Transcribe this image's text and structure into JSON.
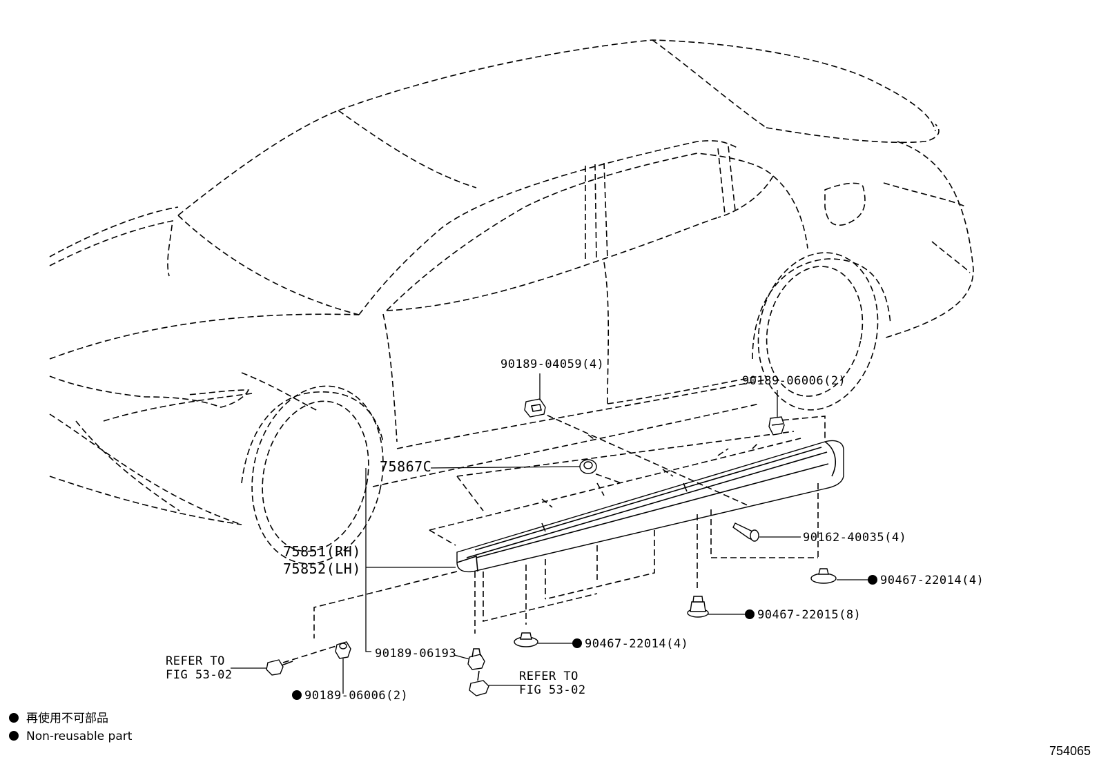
{
  "figure_number": "754065",
  "legend": {
    "marker_color": "#000000",
    "line1": "再使用不可部品",
    "line2": "Non-reusable part"
  },
  "callouts": {
    "clip_90189_04059": "90189-04059(4)",
    "clip_90189_06006_top": "90189-06006(2)",
    "cap_75867C": "75867C",
    "molding_rh": "75851(RH)",
    "molding_lh": "75852(LH)",
    "screw_90162_40035": "90162-40035(4)",
    "clip_90467_22014_right": "90467-22014(4)",
    "clip_90467_22015": "90467-22015(8)",
    "clip_90467_22014_mid": "90467-22014(4)",
    "clip_90189_06193": "90189-06193",
    "clip_90189_06006_bottom": "90189-06006(2)",
    "refer_left_line1": "REFER TO",
    "refer_left_line2": "FIG 53-02",
    "refer_right_line1": "REFER TO",
    "refer_right_line2": "FIG 53-02"
  }
}
